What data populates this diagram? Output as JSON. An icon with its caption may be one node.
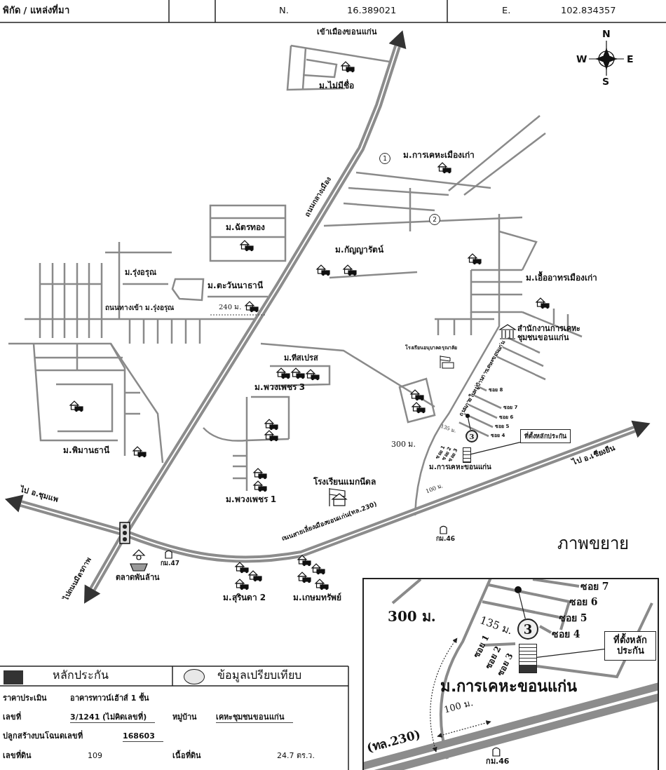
{
  "diagram": {
    "nodes": [
      {
        "text": [
          "ที่ตั้งหลักประกัน"
        ]
      },
      {
        "text": [],
        "shape": "box"
      },
      {
        "text": [
          "3"
        ]
      },
      {
        "text": [],
        "shape": "circle"
      },
      {
        "text": [
          "ที่ตั้งหลักประกัน"
        ]
      },
      {
        "text": [],
        "shape": "box"
      },
      {
        "text": [
          "3"
        ]
      },
      {
        "text": [],
        "shape": "circle"
      }
    ],
    "edges": [
      {
        "from": 0,
        "to": 1,
        "arrow": "none"
      },
      {
        "from": 2,
        "to": 3,
        "arrow": "none"
      },
      {
        "from": 4,
        "to": 5,
        "arrow": "none"
      },
      {
        "from": 6,
        "to": 7,
        "arrow": "none"
      }
    ],
    "labels": [
      "พิกัด / แหล่งที่มา",
      "N.",
      "16.389021",
      "E.",
      "102.834357",
      "N",
      "W",
      "E",
      "S",
      "เข้าเมืองขอนแก่น",
      "ม.ไม่มีชื่อ",
      "1",
      "ม.การเคหะเมืองเก่า",
      "ถนนกลางเมือง",
      "2",
      "ม.ฉัตรทอง",
      "ม.รุ่งอรุณ",
      "ม.กัญญารัตน์",
      "ม.ตะวันนาธานี",
      "ม.เอื้ออาทรเมืองเก่า",
      "ถนนทางเข้า ม.รุ่งอรุณ",
      "240 ม.",
      "สำนักงานการเคหะชุมชนขอนแก่น",
      "โรงเรียนอนุบาลดรุณาลัย",
      "ถนนภายในหมู่บ้านการเคหะขอนแก่น",
      "ม.ทีสเปรส",
      "ซอย 8",
      "ซอย 7",
      "ซอย 6",
      "ซอย 5",
      "ซอย 4",
      "ม.พวงเพชร 3",
      "ม.พิมานธานี",
      "300 ม.",
      "135 ม.",
      "ซอย 1",
      "ซอย 2",
      "ซอย 3",
      "ม.การเคหะขอนแก่น",
      "ไป อ.เชียงยืน",
      "โรงเรียนแมกนีดล",
      "ม.พวงเพชร 1",
      "100 ม.",
      "ถนนสายเลี่ยงเมืองขอนแก่น(ทล.230)",
      "กม.46",
      "ไป อ.ชุมแพ",
      "ภาพขยาย",
      "กม.47",
      "ไปถนนมิตรภาพ",
      "ตลาดพันล้าน",
      "ม.สุรินดา 2",
      "ม.เกษมทรัพย์",
      "ซอย 7",
      "ซอย 6",
      "ซอย 5",
      "ซอย 4",
      "135 ม.",
      "300 ม.",
      "ซอย 1",
      "ซอย 2",
      "ซอย 3",
      "ม.การเคหะขอนแก่น",
      "100 ม.",
      "(ทล.230)",
      "กม.46",
      "ราคาประเมิน",
      "อาคารทาวน์เฮ้าส์ 1 ชั้น",
      "เลขที่",
      "3/1241 (ไม่คิดเลขที่)",
      "หมู่บ้าน",
      "เคหะชุมชนขอนแก่น",
      "ปลูกสร้างบนโฉนดเลขที่",
      "168603",
      "เลขที่ดิน",
      "109",
      "เนื้อที่ดิน",
      "24.7 ตร.ว."
    ],
    "legend": [
      {
        "text": "หลักประกัน",
        "color": "#333333"
      },
      {
        "text": "ข้อมูลเปรียบเทียบ"
      }
    ]
  }
}
